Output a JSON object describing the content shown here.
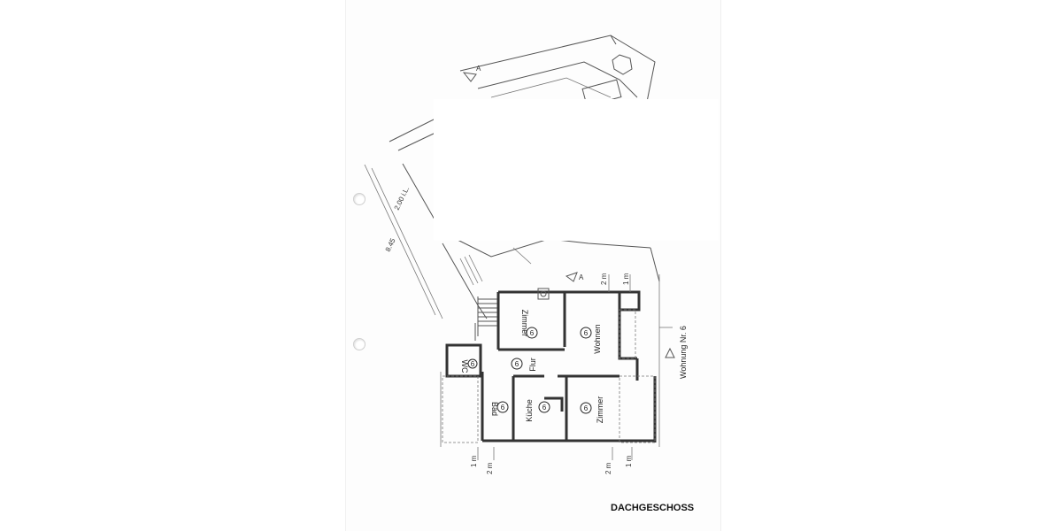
{
  "plan": {
    "title": "DACHGESCHOSS",
    "unit_label": "Wohnung Nr. 6",
    "rooms": [
      {
        "name": "Zimmer",
        "number": "6"
      },
      {
        "name": "Wohnen",
        "number": "6"
      },
      {
        "name": "Flur",
        "number": "6"
      },
      {
        "name": "WC",
        "number": "6"
      },
      {
        "name": "Bad",
        "number": "6"
      },
      {
        "name": "Küche",
        "number": "6"
      },
      {
        "name": "Zimmer",
        "number": "6"
      }
    ],
    "dimensions": {
      "top_2m": "2 m",
      "top_1m": "1 m",
      "bottom_1m_left": "1 m",
      "bottom_2m_left": "2 m",
      "bottom_2m_right": "2 m",
      "bottom_1m_right": "1 m",
      "side_200": "2.00 i.L.",
      "side_845": "8.45"
    },
    "section_mark": "A"
  }
}
